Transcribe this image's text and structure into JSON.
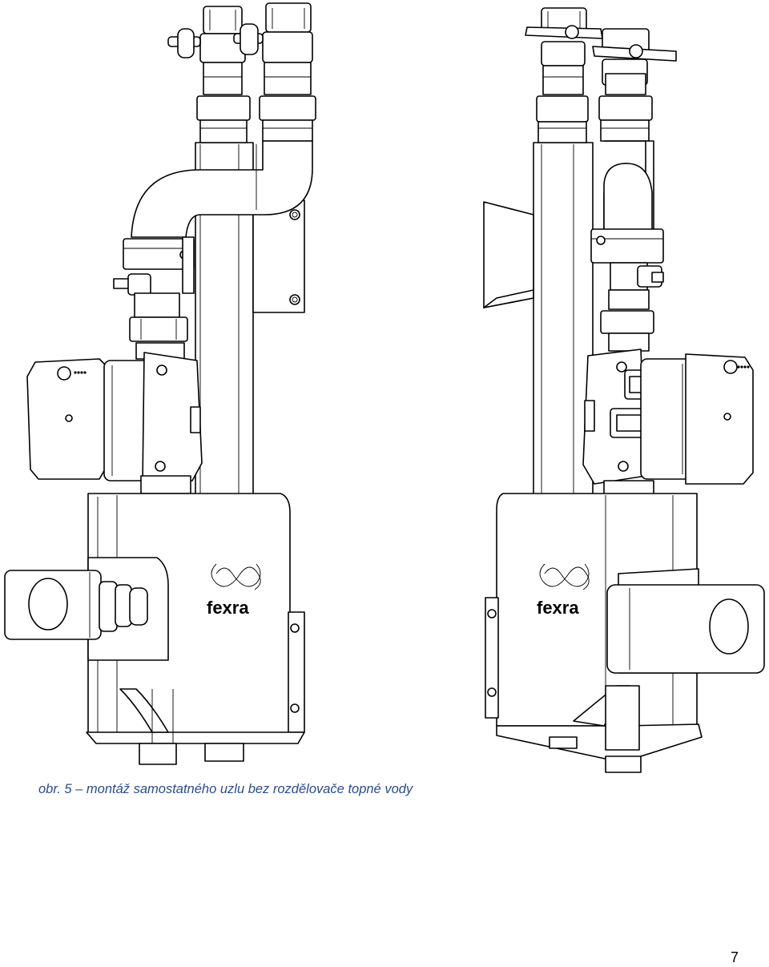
{
  "figure": {
    "left_logo": "fexra",
    "right_logo": "fexra"
  },
  "caption": "obr. 5 – montáž samostatného uzlu bez rozdělovače topné vody",
  "page_number": "7",
  "colors": {
    "caption": "#2b4b8c",
    "lines": "#000000",
    "background": "#ffffff"
  }
}
